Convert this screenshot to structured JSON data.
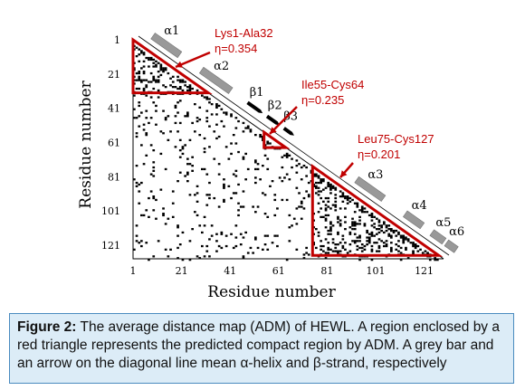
{
  "chart_data": {
    "type": "heatmap",
    "title": "",
    "xlabel": "Residue number",
    "ylabel": "Residue number",
    "xlim": [
      1,
      129
    ],
    "ylim": [
      1,
      129
    ],
    "x_ticks": [
      "1",
      "21",
      "41",
      "61",
      "81",
      "101",
      "121"
    ],
    "y_ticks": [
      "1",
      "21",
      "41",
      "61",
      "81",
      "101",
      "121"
    ],
    "regions": [
      {
        "label": "Lys1-Ala32",
        "eta": "η=0.354",
        "start": 1,
        "end": 32
      },
      {
        "label": "Ile55-Cys64",
        "eta": "η=0.235",
        "start": 55,
        "end": 64
      },
      {
        "label": "Leu75-Cys127",
        "eta": "η=0.201",
        "start": 75,
        "end": 127
      }
    ],
    "helices": [
      {
        "name": "α1",
        "start": 4,
        "end": 15
      },
      {
        "name": "α2",
        "start": 24,
        "end": 36
      },
      {
        "name": "α3",
        "start": 88,
        "end": 99
      },
      {
        "name": "α4",
        "start": 108,
        "end": 115
      },
      {
        "name": "α5",
        "start": 119,
        "end": 124
      },
      {
        "name": "α6",
        "start": 125,
        "end": 129
      }
    ],
    "strands": [
      {
        "name": "β1",
        "start": 43,
        "end": 46
      },
      {
        "name": "β2",
        "start": 51,
        "end": 53
      },
      {
        "name": "β3",
        "start": 58,
        "end": 59
      }
    ],
    "colors": {
      "region": "#c00000",
      "helix_bar": "#999999",
      "points": "#000000"
    }
  },
  "caption": {
    "label": "Figure 2:",
    "text": " The average distance map (ADM) of HEWL. A region enclosed by a red triangle represents the predicted compact region by ADM. A grey bar and an arrow on the diagonal line mean α-helix and β-strand, respectively"
  }
}
